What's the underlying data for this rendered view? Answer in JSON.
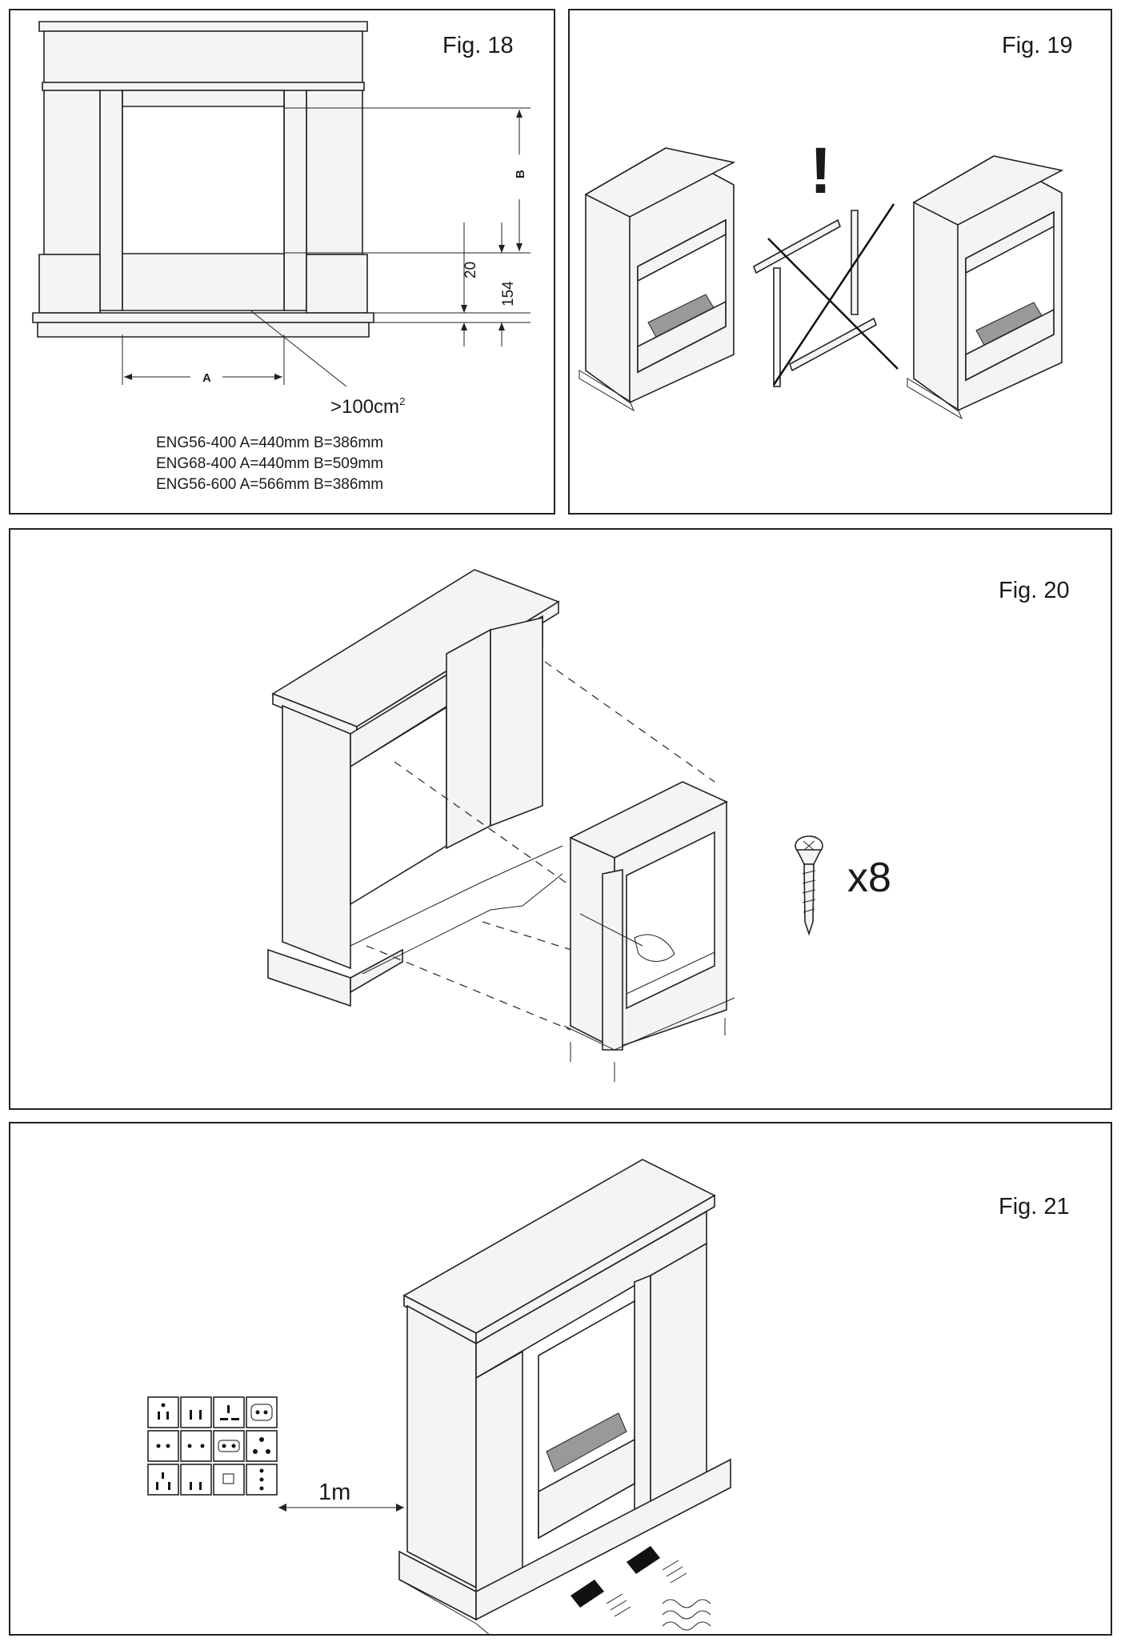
{
  "figures": {
    "fig18": {
      "label": "Fig. 18",
      "dimension_a": "A",
      "dimension_b": "B",
      "dim_20": "20",
      "dim_154": "154",
      "vent_area": ">100cm",
      "vent_area_sup": "2",
      "specs": [
        "ENG56-400 A=440mm B=386mm",
        "ENG68-400 A=440mm B=509mm",
        "ENG56-600 A=566mm B=386mm"
      ]
    },
    "fig19": {
      "label": "Fig. 19",
      "warning_symbol": "!"
    },
    "fig20": {
      "label": "Fig. 20",
      "screw_count": "x8"
    },
    "fig21": {
      "label": "Fig. 21",
      "distance": "1m"
    }
  },
  "colors": {
    "line": "#222222",
    "panel_fill": "#f4f4f4",
    "background": "#ffffff"
  }
}
